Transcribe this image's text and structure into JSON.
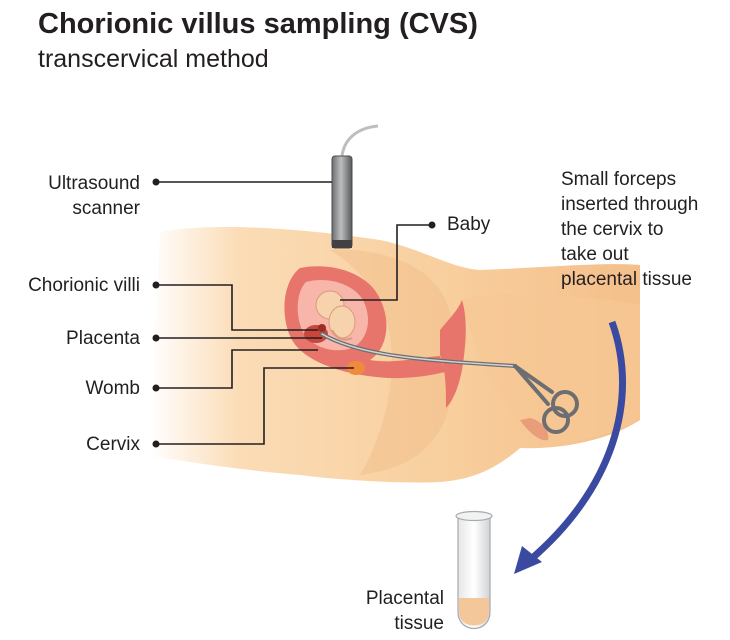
{
  "title": "Chorionic villus sampling (CVS)",
  "subtitle": "transcervical method",
  "labels": {
    "ultrasound_line1": "Ultrasound",
    "ultrasound_line2": "scanner",
    "baby": "Baby",
    "chorionic_villi": "Chorionic villi",
    "placenta": "Placenta",
    "womb": "Womb",
    "cervix": "Cervix",
    "forceps_line1": "Small forceps",
    "forceps_line2": "inserted through",
    "forceps_line3": "the cervix to",
    "forceps_line4": "take out",
    "forceps_line5": "placental tissue",
    "tissue_line1": "Placental",
    "tissue_line2": "tissue"
  },
  "colors": {
    "skin": "#f9d2a4",
    "skin_shadow": "#f3bd87",
    "womb": "#e8756b",
    "arrow": "#3a4aa0",
    "leader": "#231f20"
  }
}
